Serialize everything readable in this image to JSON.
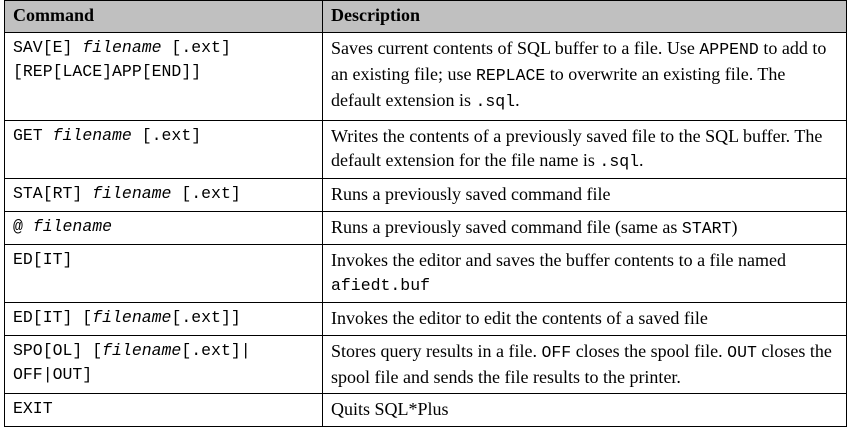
{
  "header": {
    "command": "Command",
    "description": "Description"
  },
  "rows": [
    {
      "cmd_line1": [
        "SAV[E] ",
        "filename",
        " [.ext]"
      ],
      "cmd_line2": "[REP[LACE]APP[END]]",
      "desc": [
        "Saves current contents of SQL buffer to a file. Use ",
        "APPEND",
        " to add to an existing file; use ",
        "REPLACE",
        " to overwrite an existing file. The default extension is ",
        ".sql",
        "."
      ]
    },
    {
      "cmd_line1": [
        "GET ",
        "filename",
        " [.ext]"
      ],
      "desc": [
        "Writes the contents of a previously saved file to the SQL buffer. The default extension for the file name is ",
        ".sql",
        "."
      ]
    },
    {
      "cmd_line1": [
        "STA[RT] ",
        "filename",
        " [.ext]"
      ],
      "desc": [
        "Runs a previously saved command file"
      ]
    },
    {
      "cmd_line1": [
        "@ ",
        "filename"
      ],
      "desc": [
        "Runs a previously saved command file (same as ",
        "START",
        ")"
      ]
    },
    {
      "cmd_line1": [
        "ED[IT]"
      ],
      "desc": [
        "Invokes the editor and saves the buffer contents to a file named ",
        "afiedt.buf"
      ]
    },
    {
      "cmd_line1": [
        "ED[IT] [",
        "filename",
        "[.ext]]"
      ],
      "desc": [
        "Invokes the editor to edit the contents of a saved file"
      ]
    },
    {
      "cmd_line1": [
        "SPO[OL] [",
        "filename",
        "[.ext]|"
      ],
      "cmd_line2": "OFF|OUT]",
      "desc": [
        "Stores query results in a file. ",
        "OFF",
        " closes the spool file. ",
        "OUT",
        " closes the spool file and sends the file results to the printer."
      ]
    },
    {
      "cmd_line1": [
        "EXIT"
      ],
      "desc": [
        "Quits SQL*Plus"
      ]
    }
  ]
}
